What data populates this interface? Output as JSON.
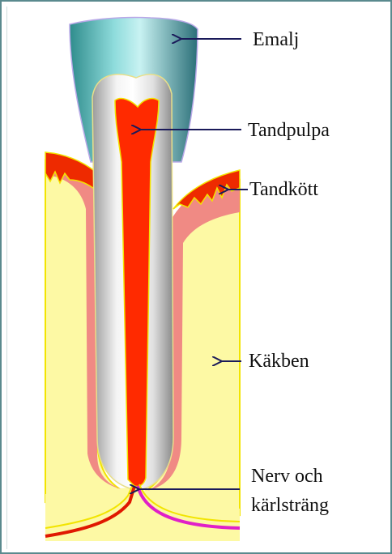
{
  "labels": {
    "enamel": "Emalj",
    "pulp": "Tandpulpa",
    "gum": "Tandkött",
    "jawbone": "Käkben",
    "nerve_line1": "Nerv och",
    "nerve_line2": "kärlsträng"
  },
  "colors": {
    "frame_border": "#5a8a8e",
    "bone": "#fdf9a4",
    "bone_outline": "#f2e400",
    "gum_pink": "#f08a84",
    "gum_red": "#ee2a00",
    "pulp": "#ff2a00",
    "dentin_grey": "#c9c9c9",
    "enamel_teal": "#6fc9c9",
    "arrow": "#1a1a5a",
    "nerve_purple": "#e020c8"
  }
}
